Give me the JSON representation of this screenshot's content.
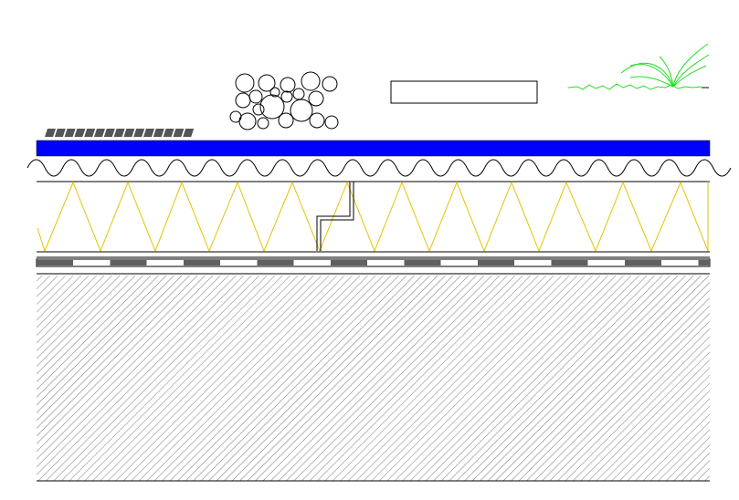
{
  "diagram": {
    "layers_top_to_bottom": [
      "surface-finishes",
      "waterproof-membrane",
      "drainage-sheet",
      "thermal-insulation",
      "separation-layer",
      "vapour-barrier",
      "concrete-slab"
    ],
    "surface_finishes": [
      "tile-pavers",
      "gravel-ballast",
      "paving-slab",
      "vegetation"
    ],
    "colors": {
      "membrane": "#0000ff",
      "insulation": "#e6c200",
      "vegetation": "#22dd22",
      "line": "#000000",
      "tile": "#555555",
      "barrier_dark": "#606060",
      "hatch": "#777777"
    }
  }
}
